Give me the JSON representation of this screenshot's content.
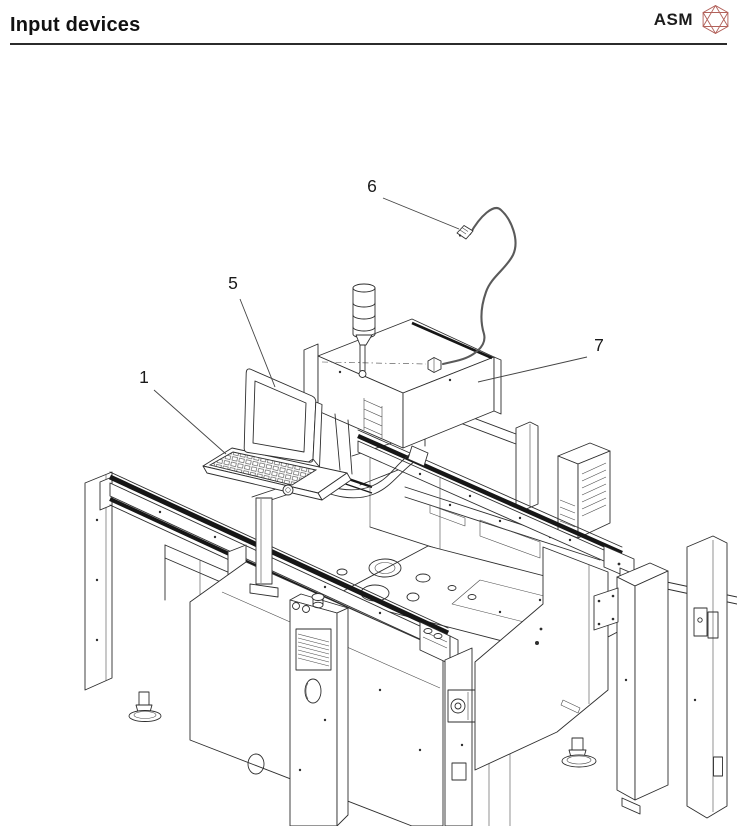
{
  "page": {
    "title": "Input devices"
  },
  "logo": {
    "text": "ASM",
    "icon": "gem-hexagon-icon",
    "color": "#b2615a"
  },
  "figure": {
    "callouts": [
      {
        "id": "1",
        "label": "1"
      },
      {
        "id": "5",
        "label": "5"
      },
      {
        "id": "6",
        "label": "6"
      },
      {
        "id": "7",
        "label": "7"
      }
    ]
  },
  "colors": {
    "line": "#2e2e2e",
    "rule": "#2b2b2b",
    "accent": "#b2615a"
  }
}
